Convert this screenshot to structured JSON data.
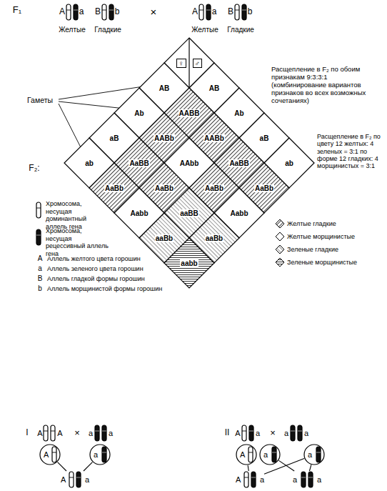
{
  "diagram": {
    "nodes": [
      {
        "text": [
          "♀",
          "♂"
        ]
      },
      {
        "text": [
          "AB"
        ]
      },
      {
        "text": [
          "Ab"
        ]
      },
      {
        "text": [
          "aB"
        ]
      },
      {
        "text": [
          "ab"
        ]
      },
      {
        "text": [
          "AB"
        ]
      },
      {
        "text": [
          "Ab"
        ]
      },
      {
        "text": [
          "aB"
        ]
      },
      {
        "text": [
          "ab"
        ]
      },
      {
        "text": [
          "AABB"
        ]
      },
      {
        "text": [
          "AABb"
        ]
      },
      {
        "text": [
          "AaBB"
        ]
      },
      {
        "text": [
          "AaBb"
        ]
      },
      {
        "text": [
          "AABb"
        ]
      },
      {
        "text": [
          "AAbb"
        ]
      },
      {
        "text": [
          "AaBb"
        ]
      },
      {
        "text": [
          "Aabb"
        ]
      },
      {
        "text": [
          "AaBB"
        ]
      },
      {
        "text": [
          "AaBb"
        ]
      },
      {
        "text": [
          "aaBB"
        ]
      },
      {
        "text": [
          "aaBb"
        ]
      },
      {
        "text": [
          "AaBb"
        ]
      },
      {
        "text": [
          "Aabb"
        ]
      },
      {
        "text": [
          "aaBb"
        ]
      },
      {
        "text": [
          "aabb"
        ]
      },
      {
        "text": [
          "A"
        ]
      },
      {
        "text": [
          "a"
        ]
      },
      {
        "text": [
          "A",
          "a"
        ]
      },
      {
        "text": [
          "A"
        ]
      },
      {
        "text": [
          "a"
        ]
      },
      {
        "text": [
          "a"
        ]
      },
      {
        "text": [
          "A",
          "a"
        ]
      },
      {
        "text": [
          "a",
          "a"
        ]
      }
    ],
    "edges": [
      {
        "from": 25,
        "to": 27,
        "arrow": "none"
      },
      {
        "from": 26,
        "to": 27,
        "arrow": "none"
      },
      {
        "from": 28,
        "to": 31,
        "arrow": "none"
      },
      {
        "from": 29,
        "to": 32,
        "arrow": "none"
      },
      {
        "from": 30,
        "to": 31,
        "arrow": "none"
      },
      {
        "from": 30,
        "to": 32,
        "arrow": "none"
      }
    ],
    "labels": [
      "F₁",
      "A",
      "a",
      "B",
      "b",
      "Желтые",
      "Гладкие",
      "×",
      "A",
      "a",
      "B",
      "b",
      "Желтые",
      "Гладкие",
      "Гаметы",
      "F₂:",
      "Расщепление в F₂ по обоим признакам 9:3:3:1 (комбинирование вариантов признаков во всех возможных сочетаниях)",
      "Расщепление в F₂ по цвету 12 желтых: 4 зеленых = 3:1 по форме 12 гладких: 4 морщинистых = 3:1",
      "A",
      "a",
      "B",
      "b",
      "I",
      "A",
      "A",
      "×",
      "a",
      "a",
      "II",
      "A",
      "a",
      "×",
      "a",
      "a"
    ],
    "legend": [
      {
        "text": "Хромосома, несущая доминантный аллель гена"
      },
      {
        "text": "Хромосома, несущая рецессивный аллель гена"
      },
      {
        "text": "Аллель желтого цвета горошин"
      },
      {
        "text": "Аллель зеленого цвета горошин"
      },
      {
        "text": "Аллель гладкой формы горошин"
      },
      {
        "text": "Аллель морщинистой формы горошин"
      },
      {
        "text": "Желтые гладкие"
      },
      {
        "text": "Желтые морщинистые"
      },
      {
        "text": "Зеленые гладкие"
      },
      {
        "text": "Зеленые морщинистые"
      }
    ]
  }
}
